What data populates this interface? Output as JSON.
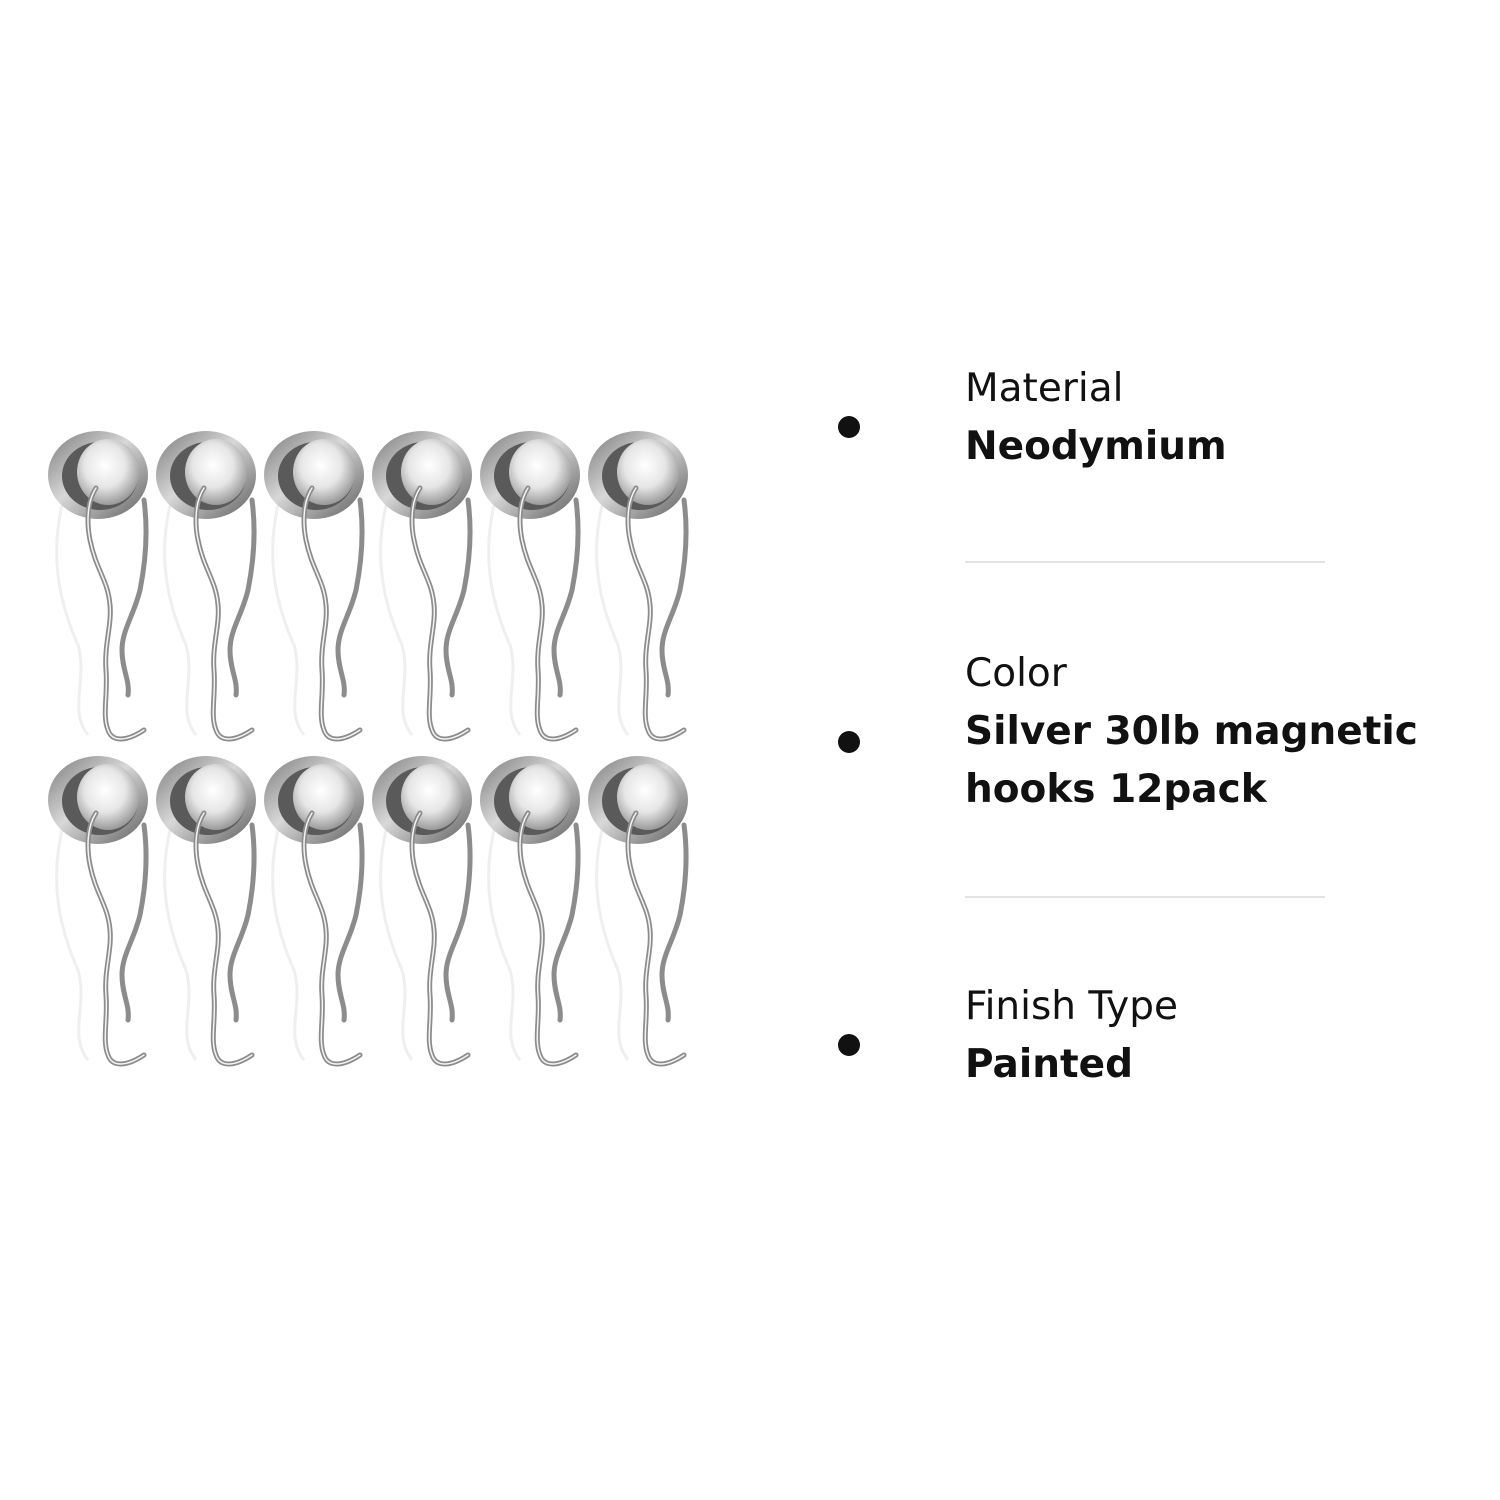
{
  "product_image": {
    "icon": "magnetic-hook-icon",
    "rows": 2,
    "columns": 6,
    "colors": {
      "metal_light": "#f4f4f4",
      "metal_mid": "#b8b8b8",
      "metal_dark": "#6e6e6e",
      "wire": "#8c8c8c"
    }
  },
  "specs": [
    {
      "label": "Material",
      "value_lines": [
        "Neodymium"
      ]
    },
    {
      "label": "Color",
      "value_lines": [
        "Silver 30lb magnetic",
        "hooks 12pack"
      ]
    },
    {
      "label": "Finish Type",
      "value_lines": [
        "Painted"
      ]
    }
  ],
  "colors": {
    "text": "#111111",
    "divider": "#e3e3e3",
    "bullet": "#111111"
  }
}
